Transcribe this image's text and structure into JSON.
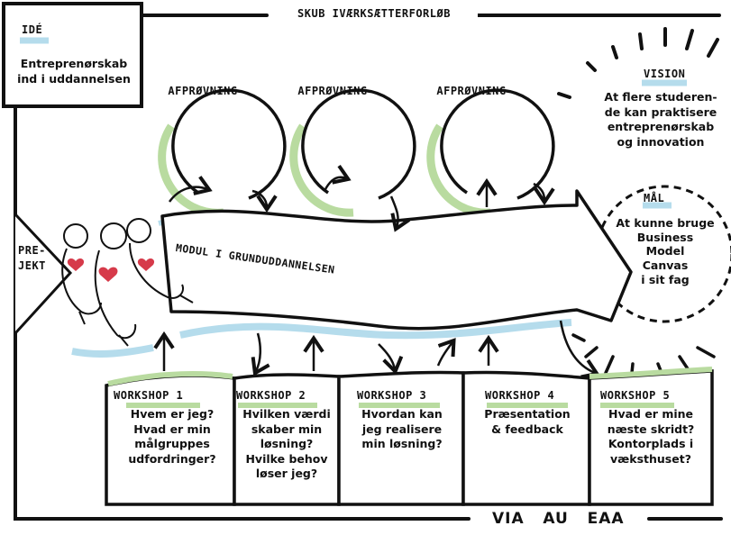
{
  "title": "SKUB IVÆRKSÆTTERFORLØB",
  "ide": {
    "label": "IDÉ",
    "text_lines": [
      "Entreprenørskab",
      "ind i uddannelsen"
    ]
  },
  "vision": {
    "label": "VISION",
    "text_lines": [
      "At flere studeren-",
      "de kan praktisere",
      "entreprenørskab",
      "og innovation"
    ]
  },
  "maal": {
    "label": "MÅL",
    "text_lines": [
      "At kunne bruge",
      "Business",
      "Model",
      "Canvas",
      "i sit fag"
    ]
  },
  "prejekt": {
    "lines": [
      "PRE-",
      "JEKT"
    ]
  },
  "loops": [
    {
      "label": "AFPRØVNING"
    },
    {
      "label": "AFPRØVNING"
    },
    {
      "label": "AFPRØVNING"
    }
  ],
  "arrow_label": "MODUL I GRUNDUDDANNELSEN",
  "workshops": [
    {
      "title": "WORKSHOP 1",
      "lines": [
        "Hvem er jeg?",
        "Hvad er min",
        "målgruppes",
        "udfordringer?"
      ]
    },
    {
      "title": "WORKSHOP 2",
      "lines": [
        "Hvilken værdi",
        "skaber min",
        "løsning?",
        "Hvilke behov",
        "løser jeg?"
      ]
    },
    {
      "title": "WORKSHOP 3",
      "lines": [
        "Hvordan kan",
        "jeg realisere",
        "min løsning?"
      ]
    },
    {
      "title": "WORKSHOP 4",
      "lines": [
        "Præsentation",
        "& feedback"
      ]
    },
    {
      "title": "WORKSHOP 5",
      "lines": [
        "Hvad er mine",
        "næste skridt?",
        "Kontorplads i",
        "væksthuset?"
      ]
    }
  ],
  "footer": "VIA   AU   EAA",
  "colors": {
    "green": "#b9dba0",
    "blue": "#b5dcec",
    "heart": "#d63a4a",
    "ink": "#111111"
  }
}
